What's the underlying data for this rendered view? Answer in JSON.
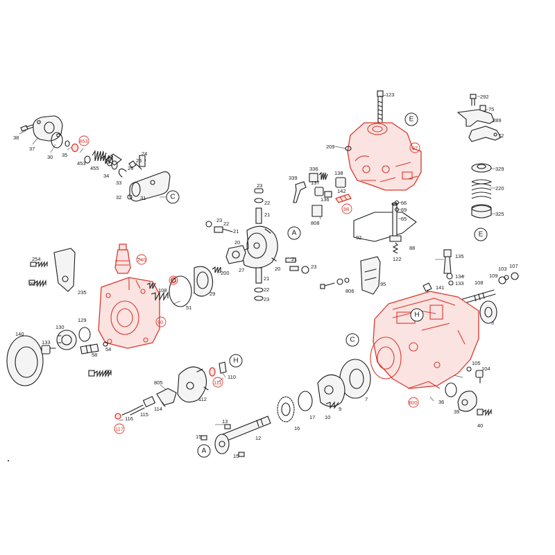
{
  "callouts": [
    {
      "text": "38",
      "style": "black"
    },
    {
      "text": "37",
      "style": "black"
    },
    {
      "text": "30",
      "style": "black"
    },
    {
      "text": "35",
      "style": "black"
    },
    {
      "text": "453",
      "style": "red"
    },
    {
      "text": "453",
      "style": "black"
    },
    {
      "text": "455",
      "style": "black"
    },
    {
      "text": "34",
      "style": "black"
    },
    {
      "text": "33",
      "style": "black"
    },
    {
      "text": "24",
      "style": "black"
    },
    {
      "text": "25",
      "style": "black"
    },
    {
      "text": "26",
      "style": "black"
    },
    {
      "text": "32",
      "style": "black"
    },
    {
      "text": "31",
      "style": "black"
    },
    {
      "text": "123",
      "style": "black"
    },
    {
      "text": "209",
      "style": "black"
    },
    {
      "text": "87",
      "style": "red"
    },
    {
      "text": "336",
      "style": "black"
    },
    {
      "text": "339",
      "style": "black"
    },
    {
      "text": "138",
      "style": "black"
    },
    {
      "text": "137",
      "style": "black"
    },
    {
      "text": "136",
      "style": "black"
    },
    {
      "text": "142",
      "style": "black"
    },
    {
      "text": "88",
      "style": "red"
    },
    {
      "text": "808",
      "style": "black"
    },
    {
      "text": "66",
      "style": "black"
    },
    {
      "text": "69",
      "style": "black"
    },
    {
      "text": "65",
      "style": "black"
    },
    {
      "text": "92",
      "style": "black"
    },
    {
      "text": "88",
      "style": "black"
    },
    {
      "text": "122",
      "style": "black"
    },
    {
      "text": "292",
      "style": "black"
    },
    {
      "text": "75",
      "style": "black"
    },
    {
      "text": "289",
      "style": "black"
    },
    {
      "text": "72",
      "style": "black"
    },
    {
      "text": "329",
      "style": "black"
    },
    {
      "text": "220",
      "style": "black"
    },
    {
      "text": "325",
      "style": "black"
    },
    {
      "text": "23",
      "style": "black"
    },
    {
      "text": "22",
      "style": "black"
    },
    {
      "text": "21",
      "style": "black"
    },
    {
      "text": "23",
      "style": "black"
    },
    {
      "text": "22",
      "style": "black"
    },
    {
      "text": "21",
      "style": "black"
    },
    {
      "text": "20",
      "style": "black"
    },
    {
      "text": "27",
      "style": "black"
    },
    {
      "text": "200",
      "style": "black"
    },
    {
      "text": "29",
      "style": "black"
    },
    {
      "text": "21",
      "style": "black"
    },
    {
      "text": "20",
      "style": "black"
    },
    {
      "text": "23",
      "style": "black"
    },
    {
      "text": "21",
      "style": "black"
    },
    {
      "text": "22",
      "style": "black"
    },
    {
      "text": "23",
      "style": "black"
    },
    {
      "text": "254",
      "style": "black"
    },
    {
      "text": "237",
      "style": "black"
    },
    {
      "text": "235",
      "style": "black"
    },
    {
      "text": "240",
      "style": "red"
    },
    {
      "text": "108",
      "style": "black"
    },
    {
      "text": "62",
      "style": "red"
    },
    {
      "text": "51",
      "style": "black"
    },
    {
      "text": "90",
      "style": "red"
    },
    {
      "text": "140",
      "style": "black"
    },
    {
      "text": "130",
      "style": "black"
    },
    {
      "text": "129",
      "style": "black"
    },
    {
      "text": "133",
      "style": "black"
    },
    {
      "text": "58",
      "style": "black"
    },
    {
      "text": "54",
      "style": "black"
    },
    {
      "text": "60",
      "style": "black"
    },
    {
      "text": "806",
      "style": "black"
    },
    {
      "text": "95",
      "style": "black"
    },
    {
      "text": "135",
      "style": "black"
    },
    {
      "text": "141",
      "style": "black"
    },
    {
      "text": "134",
      "style": "black"
    },
    {
      "text": "133",
      "style": "black"
    },
    {
      "text": "103",
      "style": "black"
    },
    {
      "text": "107",
      "style": "black"
    },
    {
      "text": "108",
      "style": "black"
    },
    {
      "text": "109",
      "style": "black"
    },
    {
      "text": "3",
      "style": "blue"
    },
    {
      "text": "805",
      "style": "black"
    },
    {
      "text": "111",
      "style": "red"
    },
    {
      "text": "110",
      "style": "black"
    },
    {
      "text": "112",
      "style": "black"
    },
    {
      "text": "114",
      "style": "black"
    },
    {
      "text": "115",
      "style": "black"
    },
    {
      "text": "116",
      "style": "black"
    },
    {
      "text": "117",
      "style": "red"
    },
    {
      "text": "105",
      "style": "black"
    },
    {
      "text": "104",
      "style": "black"
    },
    {
      "text": "800",
      "style": "red"
    },
    {
      "text": "36",
      "style": "black"
    },
    {
      "text": "39",
      "style": "black"
    },
    {
      "text": "40",
      "style": "black"
    },
    {
      "text": "7",
      "style": "black"
    },
    {
      "text": "9",
      "style": "black"
    },
    {
      "text": "10",
      "style": "black"
    },
    {
      "text": "17",
      "style": "black"
    },
    {
      "text": "16",
      "style": "black"
    },
    {
      "text": "13",
      "style": "black"
    },
    {
      "text": "15",
      "style": "black"
    },
    {
      "text": "12",
      "style": "black"
    },
    {
      "text": "15",
      "style": "black"
    }
  ],
  "reference_markers": [
    {
      "letter": "C"
    },
    {
      "letter": "E"
    },
    {
      "letter": "E"
    },
    {
      "letter": "A"
    },
    {
      "letter": "H"
    },
    {
      "letter": "C"
    },
    {
      "letter": "H"
    },
    {
      "letter": "A"
    }
  ],
  "colors": {
    "highlight": "#d9362b",
    "highlight_fill": "#fbe3e1",
    "line": "#1a1a1a",
    "blue_label": "#2a3dbf"
  }
}
